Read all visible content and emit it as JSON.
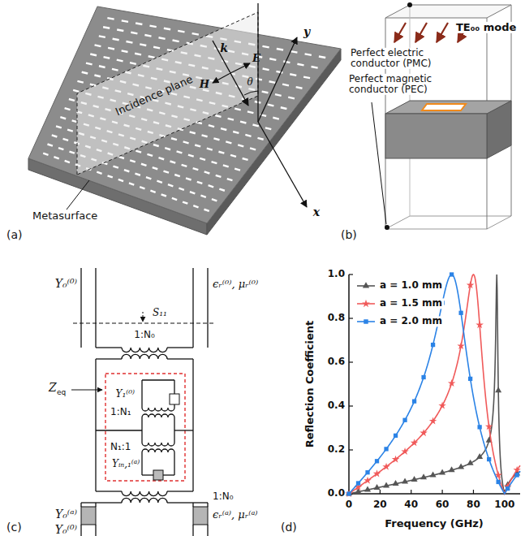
{
  "diagram": {
    "labels": [
      "Incidence plane",
      "k",
      "H",
      "E",
      "θ",
      "y",
      "x",
      "Metasurface",
      "(a)",
      "Perfect electric conductor (PMC)",
      "TE₀₀ mode",
      "Perfect magnetic conductor (PEC)",
      "(b)",
      "Y₀⁽⁰⁾",
      "ϵᵣ⁽⁰⁾, μᵣ⁽⁰⁾",
      "S₁₁",
      "1:N₀",
      "Z",
      "eq",
      "Y₁⁽⁰⁾",
      "1:N₁",
      "N₁:1",
      "Yᵢₙ,₁⁽ᵃ⁾",
      "1:N₀",
      "Y₀⁽ᵃ⁾",
      "ϵᵣ⁽ᵃ⁾, μᵣ⁽ᵃ⁾",
      "Y₀⁽⁰⁾",
      "(c)",
      "Reflection Coefficient",
      "Frequency (GHz)",
      "0.0",
      "0.2",
      "0.4",
      "0.6",
      "0.8",
      "1.0",
      "0",
      "20",
      "40",
      "60",
      "80",
      "100",
      "(d)"
    ],
    "legend": [
      {
        "text": "a = 1.0 mm"
      },
      {
        "text": "a = 1.5 mm"
      },
      {
        "text": "a = 2.0 mm"
      }
    ]
  }
}
